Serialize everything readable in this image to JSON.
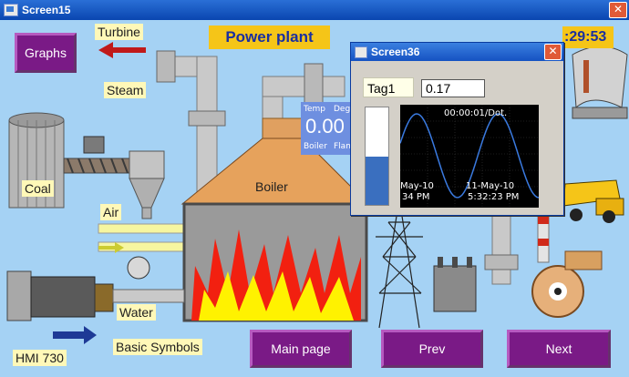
{
  "window": {
    "title": "Screen15",
    "close_glyph": "✕"
  },
  "header": {
    "title": "Power plant",
    "clock": ":29:53"
  },
  "buttons": {
    "graphs": "Graphs",
    "main_page": "Main page",
    "prev": "Prev",
    "next": "Next"
  },
  "labels": {
    "turbine": "Turbine",
    "steam": "Steam",
    "coal": "Coal",
    "air": "Air",
    "water": "Water",
    "boiler": "Boiler",
    "hmi": "HMI 730",
    "basic_symbols": "Basic Symbols"
  },
  "hidden_panel": {
    "temp": "Temp",
    "deg": "Deg",
    "value": "0.00",
    "boiler": "Boiler",
    "flame": "Flam"
  },
  "popup": {
    "title": "Screen36",
    "close_glyph": "✕",
    "tag_label": "Tag1",
    "tag_value": "0.17",
    "bar_level": 0.5,
    "trend": {
      "interval": "00:00:01/Dot.",
      "left_date": "May-10",
      "left_time": "34 PM",
      "right_date": "11-May-10",
      "right_time": "5:32:23 PM"
    }
  },
  "colors": {
    "background": "#a5d2f4",
    "button": "#7a1a86",
    "label": "#fff8b8",
    "accent": "#f5c518",
    "title_text": "#1a2fa0"
  }
}
